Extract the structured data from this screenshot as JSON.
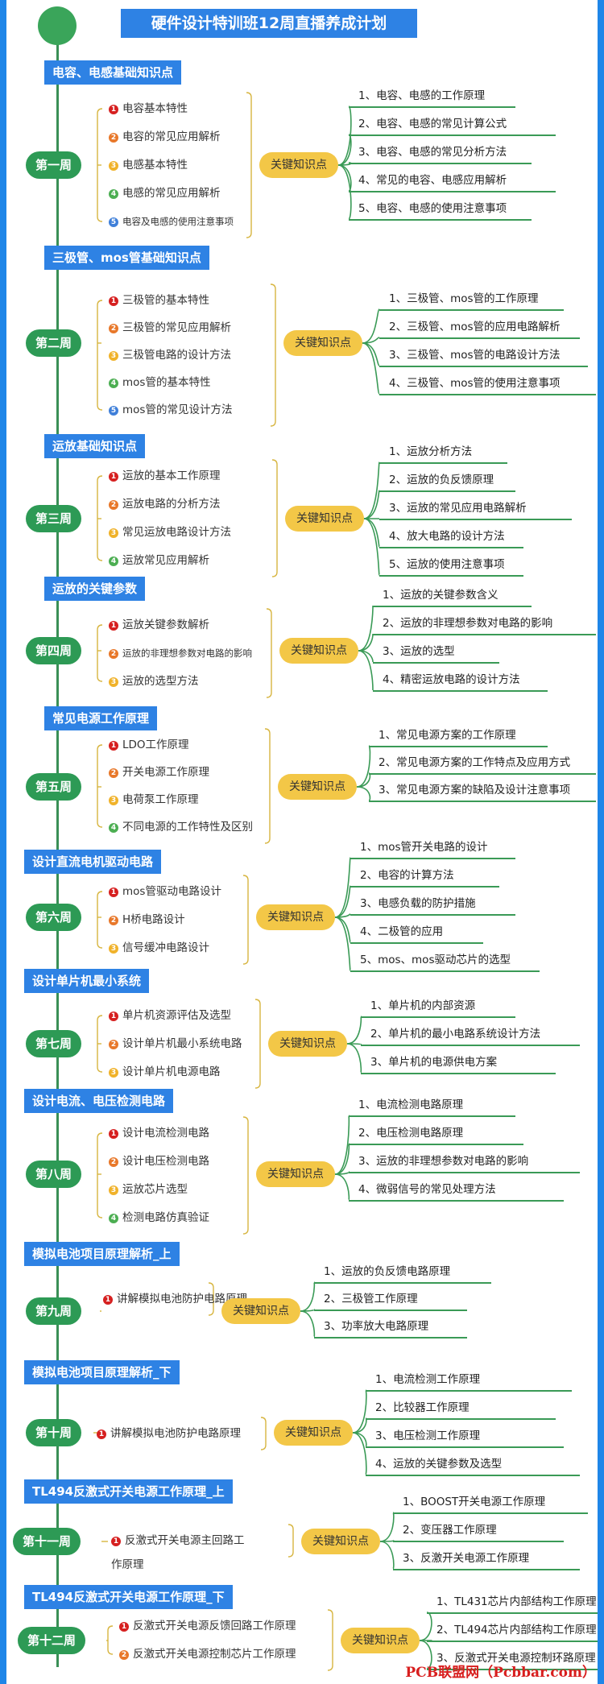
{
  "title": "硬件设计特训班12周直播养成计划",
  "key_label": "关键知识点",
  "watermark": "PCB联盟网（Pcbbar.com）",
  "colors": {
    "blue": "#2e82e4",
    "green": "#2d9a55",
    "yellow": "#f3c747",
    "line": "#3a9a56"
  },
  "weeks": [
    {
      "header": "电容、电感基础知识点",
      "week": "第一周",
      "items": [
        "电容基本特性",
        "电容的常见应用解析",
        "电感基本特性",
        "电感的常见应用解析",
        "电容及电感的使用注意事项"
      ],
      "points": [
        "1、电容、电感的工作原理",
        "2、电容、电感的常见计算公式",
        "3、电容、电感的常见分析方法",
        "4、常见的电容、电感应用解析",
        "5、电容、电感的使用注意事项"
      ]
    },
    {
      "header": "三极管、mos管基础知识点",
      "week": "第二周",
      "items": [
        "三极管的基本特性",
        "三极管的常见应用解析",
        "三极管电路的设计方法",
        "mos管的基本特性",
        "mos管的常见设计方法"
      ],
      "points": [
        "1、三极管、mos管的工作原理",
        "2、三极管、mos管的应用电路解析",
        "3、三极管、mos管的电路设计方法",
        "4、三极管、mos管的使用注意事项"
      ]
    },
    {
      "header": "运放基础知识点",
      "week": "第三周",
      "items": [
        "运放的基本工作原理",
        "运放电路的分析方法",
        "常见运放电路设计方法",
        "运放常见应用解析"
      ],
      "points": [
        "1、运放分析方法",
        "2、运放的负反馈原理",
        "3、运放的常见应用电路解析",
        "4、放大电路的设计方法",
        "5、运放的使用注意事项"
      ]
    },
    {
      "header": "运放的关键参数",
      "week": "第四周",
      "items": [
        "运放关键参数解析",
        "运放的非理想参数对电路的影响",
        "运放的选型方法"
      ],
      "points": [
        "1、运放的关键参数含义",
        "2、运放的非理想参数对电路的影响",
        "3、运放的选型",
        "4、精密运放电路的设计方法"
      ]
    },
    {
      "header": "常见电源工作原理",
      "week": "第五周",
      "items": [
        "LDO工作原理",
        "开关电源工作原理",
        "电荷泵工作原理",
        "不同电源的工作特性及区别"
      ],
      "points": [
        "1、常见电源方案的工作原理",
        "2、常见电源方案的工作特点及应用方式",
        "3、常见电源方案的缺陷及设计注意事项"
      ]
    },
    {
      "header": "设计直流电机驱动电路",
      "week": "第六周",
      "items": [
        "mos管驱动电路设计",
        "H桥电路设计",
        "信号缓冲电路设计"
      ],
      "points": [
        "1、mos管开关电路的设计",
        "2、电容的计算方法",
        "3、电感负载的防护措施",
        "4、二极管的应用",
        "5、mos、mos驱动芯片的选型"
      ]
    },
    {
      "header": "设计单片机最小系统",
      "week": "第七周",
      "items": [
        "单片机资源评估及选型",
        "设计单片机最小系统电路",
        "设计单片机电源电路"
      ],
      "points": [
        "1、单片机的内部资源",
        "2、单片机的最小电路系统设计方法",
        "3、单片机的电源供电方案"
      ]
    },
    {
      "header": "设计电流、电压检测电路",
      "week": "第八周",
      "items": [
        "设计电流检测电路",
        "设计电压检测电路",
        "运放芯片选型",
        "检测电路仿真验证"
      ],
      "points": [
        "1、电流检测电路原理",
        "2、电压检测电路原理",
        "3、运放的非理想参数对电路的影响",
        "4、微弱信号的常见处理方法"
      ]
    },
    {
      "header": "模拟电池项目原理解析_上",
      "week": "第九周",
      "items": [
        "讲解模拟电池防护电路原理"
      ],
      "points": [
        "1、运放的负反馈电路原理",
        "2、三极管工作原理",
        "3、功率放大电路原理"
      ]
    },
    {
      "header": "模拟电池项目原理解析_下",
      "week": "第十周",
      "items": [
        "讲解模拟电池防护电路原理"
      ],
      "points": [
        "1、电流检测工作原理",
        "2、比较器工作原理",
        "3、电压检测工作原理",
        "4、运放的关键参数及选型"
      ]
    },
    {
      "header": "TL494反激式开关电源工作原理_上",
      "week": "第十一周",
      "items": [
        "反激式开关电源主回路工作原理"
      ],
      "points": [
        "1、BOOST开关电源工作原理",
        "2、变压器工作原理",
        "3、反激开关电源工作原理"
      ]
    },
    {
      "header": "TL494反激式开关电源工作原理_下",
      "week": "第十二周",
      "items": [
        "反激式开关电源反馈回路工作原理",
        "反激式开关电源控制芯片工作原理"
      ],
      "points": [
        "1、TL431芯片内部结构工作原理",
        "2、TL494芯片内部结构工作原理",
        "3、反激式开关电源控制环路原理"
      ]
    }
  ]
}
